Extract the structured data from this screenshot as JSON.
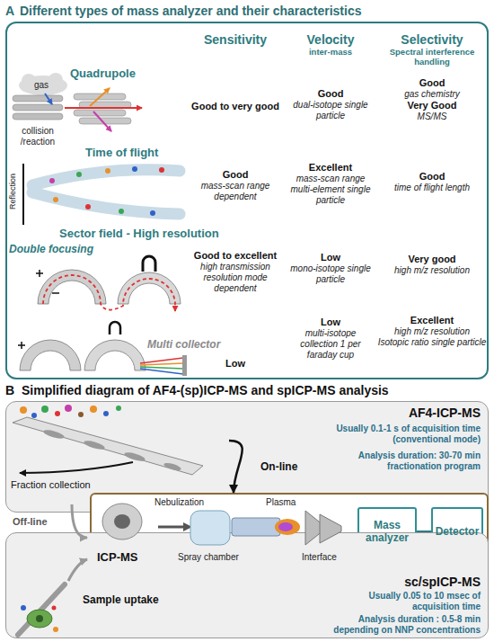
{
  "diagram": {
    "nodes": [
      {
        "text": [
          "A",
          "Different types of mass analyzer and their characteristics"
        ]
      },
      {
        "text": [
          "AF4-ICP-MS",
          "Usually 0.1-1 s of acquisition time (conventional mode)",
          "Analysis duration: 30-70 min fractionation program"
        ]
      },
      {
        "text": [
          "ICP-MS"
        ]
      },
      {
        "text": [
          "Mass analyzer"
        ],
        "in": 2
      },
      {
        "text": [
          "Detector"
        ],
        "in": 2
      },
      {
        "text": [
          "sc/spICP-MS",
          "Usually 0.05 to 10 msec of acquisition time",
          "Analysis duration : 0.5-8 min depending on NNP concentrations"
        ]
      }
    ],
    "edges": [
      {
        "from": 1,
        "to": 2,
        "arrow": "to",
        "label": "On-line"
      },
      {
        "from": 3,
        "to": 4,
        "arrow": "none"
      }
    ],
    "labels": [
      "B",
      "Simplified diagram of AF4-(sp)ICP-MS and spICP-MS analysis",
      "Sensitivity",
      "Velocity",
      "inter-mass",
      "Selectivity",
      "Spectral interference handling",
      "Quadrupole",
      "gas",
      "collision /reaction",
      "Good to very good",
      "Good",
      "dual-isotope single particle",
      "Good",
      "gas chemistry",
      "Very Good",
      "MS/MS",
      "Time of flight",
      "Reflection",
      "Good",
      "mass-scan range dependent",
      "Excellent",
      "mass-scan range multi-element single particle",
      "Good",
      "time of flight length",
      "Sector field - High resolution",
      "Double focusing",
      "Good to excellent",
      "high transmission resolution mode dependent",
      "Low",
      "mono-isotope single particle",
      "Very good",
      "high m/z resolution",
      "Multi collector",
      "Low",
      "Low",
      "multi-isotope collection 1 per faraday cup",
      "Excellent",
      "high m/z resolution",
      "Isotopic ratio single particle",
      "Fraction collection",
      "Off-line",
      "Nebulization",
      "Spray chamber",
      "Plasma",
      "Interface",
      "Sample uptake"
    ]
  }
}
